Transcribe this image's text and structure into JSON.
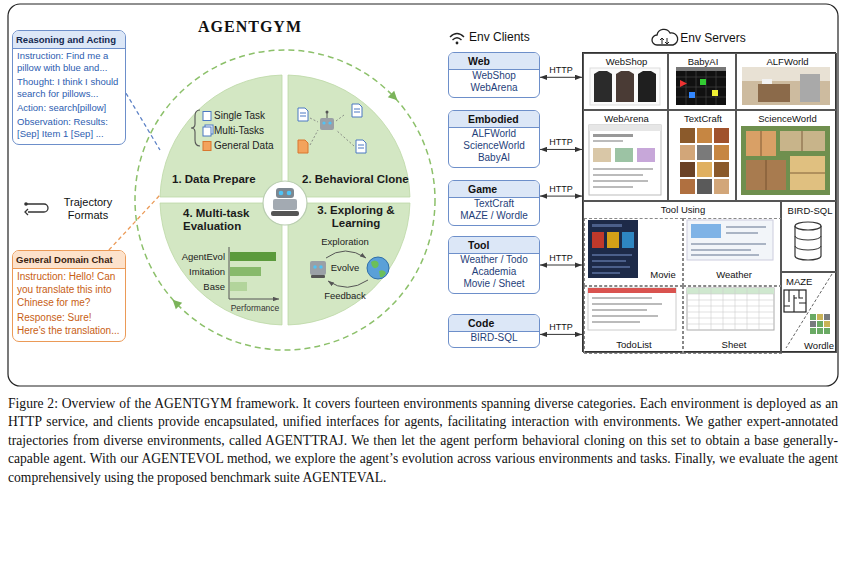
{
  "diagram": {
    "title": "AGENTGYM",
    "caption": "Figure 2: Overview of the AGENTGYM framework. It covers fourteen environments spanning diverse categories. Each environment is deployed as an HTTP service, and clients provide encapsulated, unified interfaces for agents, facilitating interaction with environments. We gather expert-annotated trajectories from diverse environments, called AGENTTRAJ. We then let the agent perform behavioral cloning on this set to obtain a base generally-capable agent. With our AGENTEVOL method, we explore the agent’s evolution across various environments and tasks. Finally, we evaluate the agent comprehensively using the proposed benchmark suite AGENTEVAL.",
    "nodes": [
      {
        "text": [
          "Reasoning and Acting",
          "Instruction: Find me a pillow with blue and...",
          "Thought: I think I should search for pillows...",
          "Action: search[pillow]",
          "Observation: Results: [Sep] Item 1 [Sep] ..."
        ]
      },
      {
        "text": [
          "General Domain Chat",
          "Instruction: Hello! Can you translate this into Chinese for me?",
          "Response: Sure! Here's the translation..."
        ]
      },
      {
        "text": [
          "Single Task",
          "Multi-Tasks",
          "General Data",
          "1. Data Prepare"
        ]
      },
      {
        "text": [
          "2. Behavioral Clone"
        ]
      },
      {
        "text": [
          "4. Multi-task Evaluation",
          "AgentEvol",
          "Imitation",
          "Base",
          "Performance"
        ]
      },
      {
        "text": [
          "3. Exploring & Learning",
          "Exploration",
          "Evolve",
          "Feedback"
        ]
      },
      {
        "text": [
          "Web",
          "WebShop",
          "WebArena"
        ]
      },
      {
        "text": [
          "Embodied",
          "ALFWorld",
          "ScienceWorld",
          "BabyAI"
        ]
      },
      {
        "text": [
          "Game",
          "TextCraft",
          "MAZE / Wordle"
        ]
      },
      {
        "text": [
          "Tool",
          "Weather / Todo",
          "Academia",
          "Movie / Sheet"
        ]
      },
      {
        "text": [
          "Code",
          "BIRD-SQL"
        ]
      },
      {
        "text": [
          "Env Servers"
        ]
      },
      {
        "text": [
          "WebShop"
        ],
        "in": 11
      },
      {
        "text": [
          "BabyAI"
        ],
        "in": 11
      },
      {
        "text": [
          "ALFWorld"
        ],
        "in": 11
      },
      {
        "text": [
          "WebArena"
        ],
        "in": 11
      },
      {
        "text": [
          "TextCraft"
        ],
        "in": 11
      },
      {
        "text": [
          "ScienceWorld"
        ],
        "in": 11
      },
      {
        "text": [
          "Tool Using"
        ],
        "in": 11
      },
      {
        "text": [
          "Movie"
        ],
        "in": 18
      },
      {
        "text": [
          "Weather"
        ],
        "in": 18
      },
      {
        "text": [
          "TodoList"
        ],
        "in": 18
      },
      {
        "text": [
          "Sheet"
        ],
        "in": 18
      },
      {
        "text": [
          "BIRD-SQL"
        ],
        "in": 11
      },
      {
        "text": [
          "MAZE",
          "Wordle"
        ],
        "in": 11
      }
    ],
    "edges": [
      {
        "from": 0,
        "to": 2,
        "arrow": "none"
      },
      {
        "from": 1,
        "to": 2,
        "arrow": "none"
      },
      {
        "from": 6,
        "to": 11,
        "label": "HTTP",
        "arrow": "both"
      },
      {
        "from": 7,
        "to": 11,
        "label": "HTTP",
        "arrow": "both"
      },
      {
        "from": 8,
        "to": 11,
        "label": "HTTP",
        "arrow": "both"
      },
      {
        "from": 9,
        "to": 11,
        "label": "HTTP",
        "arrow": "both"
      },
      {
        "from": 10,
        "to": 11,
        "label": "HTTP",
        "arrow": "both"
      }
    ],
    "labels": [
      "Env Clients",
      "Trajectory Formats"
    ]
  }
}
